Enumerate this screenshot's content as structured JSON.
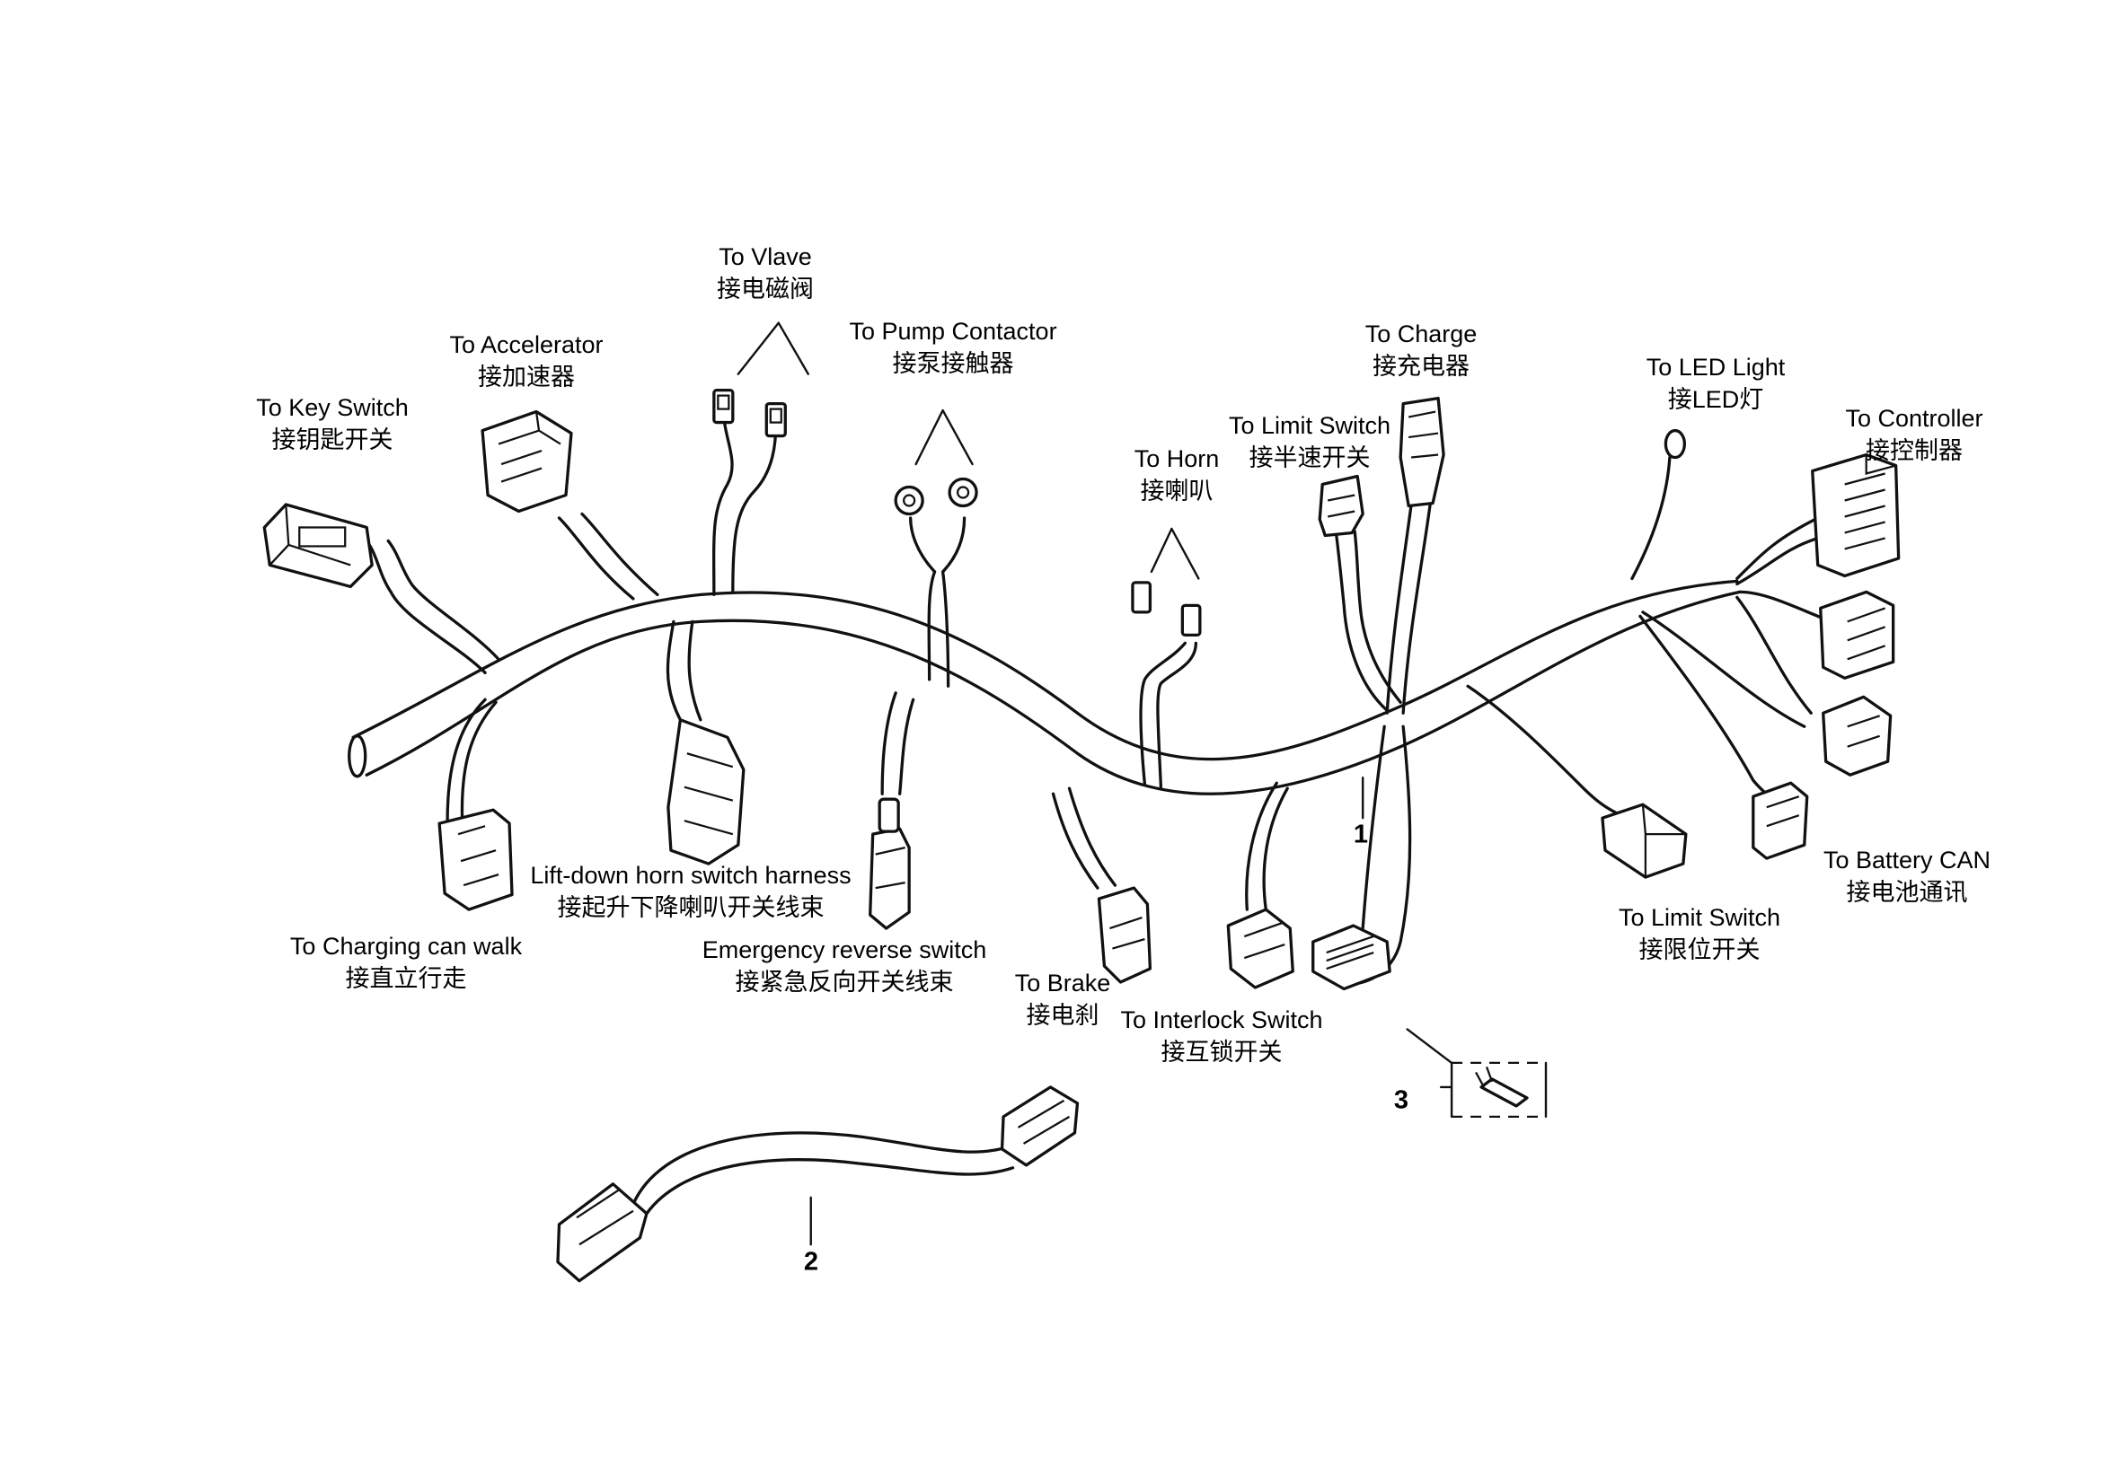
{
  "labels": {
    "valve": {
      "en": "To Vlave",
      "zh": "接电磁阀"
    },
    "accelerator": {
      "en": "To Accelerator",
      "zh": "接加速器"
    },
    "pump": {
      "en": "To Pump Contactor",
      "zh": "接泵接触器"
    },
    "key_switch": {
      "en": "To Key Switch",
      "zh": "接钥匙开关"
    },
    "charge": {
      "en": "To Charge",
      "zh": "接充电器"
    },
    "led": {
      "en": "To LED Light",
      "zh": "接LED灯"
    },
    "limit_top": {
      "en": "To Limit Switch",
      "zh": "接半速开关"
    },
    "horn": {
      "en": "To Horn",
      "zh": "接喇叭"
    },
    "controller": {
      "en": "To Controller",
      "zh": "接控制器"
    },
    "battery_can": {
      "en": "To Battery CAN",
      "zh": "接电池通讯"
    },
    "lift_down": {
      "en": "Lift-down horn switch harness",
      "zh": "接起升下降喇叭开关线束"
    },
    "charging_walk": {
      "en": "To Charging can walk",
      "zh": "接直立行走"
    },
    "emergency": {
      "en": "Emergency reverse switch",
      "zh": "接紧急反向开关线束"
    },
    "brake": {
      "en": "To Brake",
      "zh": "接电刹"
    },
    "interlock": {
      "en": "To  Interlock Switch",
      "zh": "接互锁开关"
    },
    "limit_bottom": {
      "en": "To Limit Switch",
      "zh": "接限位开关"
    }
  },
  "part_numbers": {
    "p1": "1",
    "p2": "2",
    "p3": "3"
  }
}
